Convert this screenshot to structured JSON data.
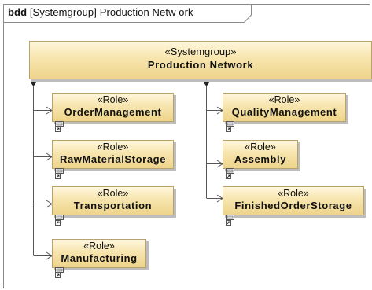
{
  "frame": {
    "keyword": "bdd",
    "context": "[Systemgroup]",
    "name": "Production Netw ork"
  },
  "system": {
    "stereotype": "«Systemgroup»",
    "name": "Production Network"
  },
  "roles_left": [
    {
      "stereotype": "«Role»",
      "name": "OrderManagement"
    },
    {
      "stereotype": "«Role»",
      "name": "RawMaterialStorage"
    },
    {
      "stereotype": "«Role»",
      "name": "Transportation"
    },
    {
      "stereotype": "«Role»",
      "name": "Manufacturing"
    }
  ],
  "roles_right": [
    {
      "stereotype": "«Role»",
      "name": "QualityManagement"
    },
    {
      "stereotype": "«Role»",
      "name": "Assembly"
    },
    {
      "stereotype": "«Role»",
      "name": "FinishedOrderStorage"
    }
  ],
  "colors": {
    "block_fill_top": "#fff7dc",
    "block_fill_bottom": "#eed48b",
    "block_border": "#b9a36a",
    "line": "#555555"
  }
}
